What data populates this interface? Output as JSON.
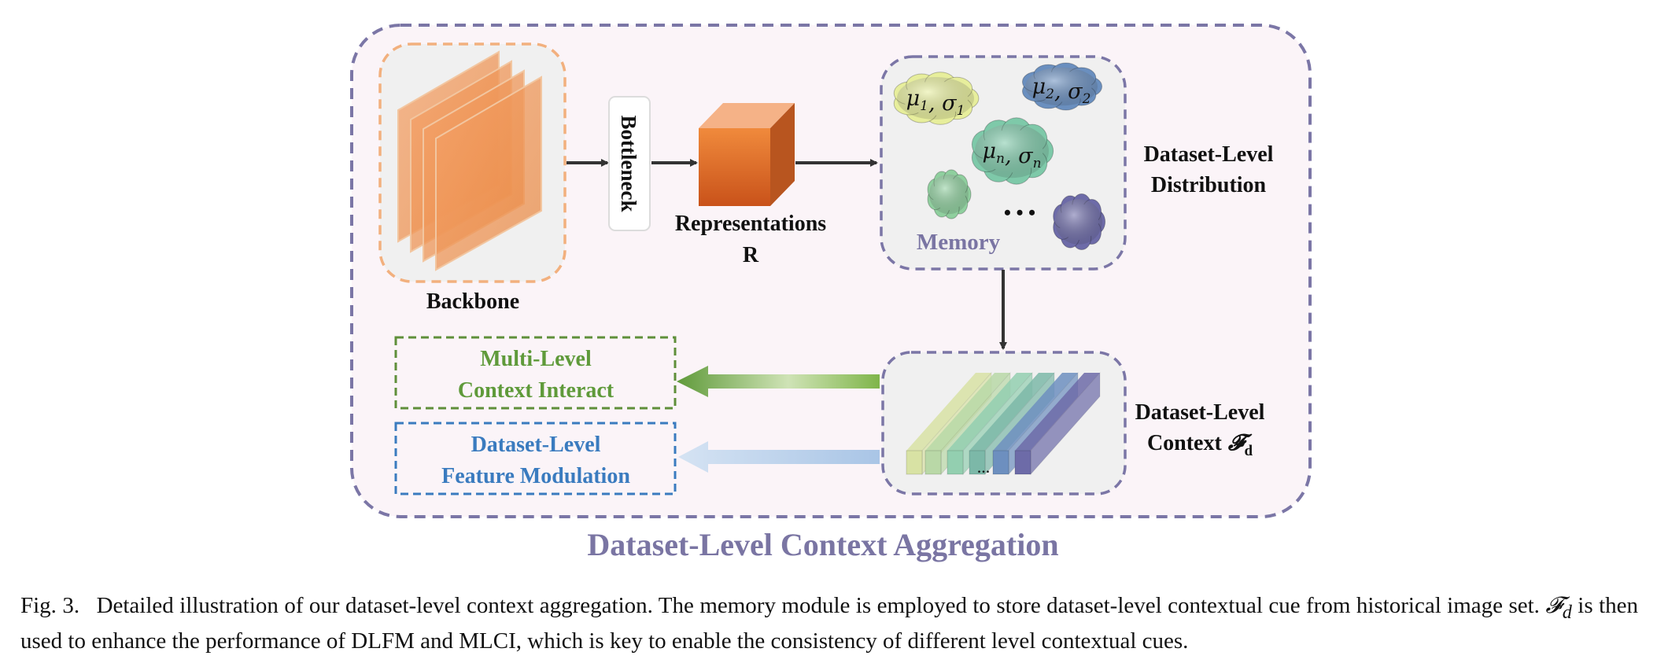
{
  "figure": {
    "title": "Dataset-Level Context Aggregation",
    "backbone_label": "Backbone",
    "bottleneck_label": "Bottleneck",
    "representations_label_line1": "Representations",
    "representations_label_line2": "R",
    "memory_label": "Memory",
    "memory_ellipsis": "• • •",
    "clouds": [
      {
        "mu": "μ",
        "mu_sub": "1",
        "sigma": "σ",
        "sigma_sub": "1",
        "color": "#e7ee9c"
      },
      {
        "mu": "μ",
        "mu_sub": "2",
        "sigma": "σ",
        "sigma_sub": "2",
        "color": "#6a8fbf"
      },
      {
        "mu": "μ",
        "mu_sub": "n",
        "sigma": "σ",
        "sigma_sub": "n",
        "color": "#7ec9a9"
      },
      {
        "color": "#8fcf9e"
      },
      {
        "color": "#6d6ba8"
      }
    ],
    "distribution_label_line1": "Dataset-Level",
    "distribution_label_line2": "Distribution",
    "context_label_line1": "Dataset-Level",
    "context_label_line2": "Context",
    "context_symbol": "𝓕",
    "context_symbol_sub": "d",
    "context_bars_ellipsis": "...",
    "mlci_line1": "Multi-Level",
    "mlci_line2": "Context Interact",
    "dlfm_line1": "Dataset-Level",
    "dlfm_line2": "Feature Modulation",
    "colors": {
      "frame_border": "#7b76a6",
      "frame_fill": "#fbf4f8",
      "backbone_border": "#f2b07e",
      "orange": "#e9823c",
      "green": "#5f9a3a",
      "blue": "#3a7bbf",
      "title": "#7a75a3"
    }
  },
  "caption": {
    "prefix": "Fig. 3.",
    "text_part1": "Detailed illustration of our dataset-level context aggregation. The memory module is employed to store dataset-level contextual cue from historical image set.",
    "symbol": "𝓕",
    "symbol_sub": "d",
    "text_part2": "is then used to enhance the performance of DLFM and MLCI, which is key to enable the consistency of different level contextual cues."
  }
}
